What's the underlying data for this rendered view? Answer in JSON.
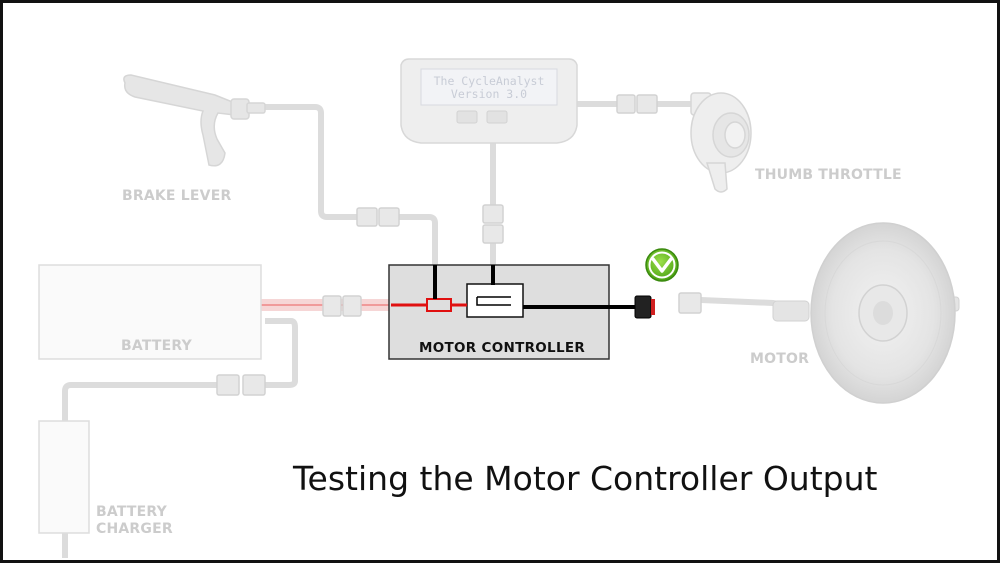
{
  "labels": {
    "brake_lever": "BRAKE LEVER",
    "thumb_throttle": "THUMB THROTTLE",
    "battery": "BATTERY",
    "motor_controller": "MOTOR CONTROLLER",
    "motor": "MOTOR",
    "battery_charger_line1": "BATTERY",
    "battery_charger_line2": "CHARGER"
  },
  "display": {
    "line1": "The CycleAnalyst",
    "line2": "Version 3.0"
  },
  "caption": "Testing the Motor Controller Output",
  "status": {
    "icon": "check-arrow-icon",
    "color": "#6cc01c"
  },
  "colors": {
    "faded_component": "#dcdcdc",
    "controller_fill": "#dedede",
    "active_wire": "#000000",
    "power_wire": "#e01010"
  }
}
